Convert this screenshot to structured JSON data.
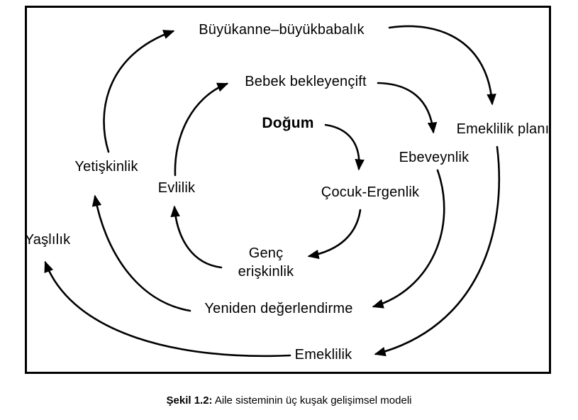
{
  "figure": {
    "caption_bold": "Şekil 1.2:",
    "caption_text": " Aile sisteminin üç kuşak gelişimsel modeli"
  },
  "nodes": {
    "grandparenthood": "Büyükanne–büyükbabalık",
    "expecting_couple": "Bebek bekleyençift",
    "birth": "Doğum",
    "retirement_plan": "Emeklilik planı",
    "parenthood": "Ebeveynlik",
    "adulthood": "Yetişkinlik",
    "marriage": "Evlilik",
    "childhood_adolescence": "Çocuk-Ergenlik",
    "old_age": "Yaşlılık",
    "young_adulthood_line1": "Genç",
    "young_adulthood_line2": "erişkinlik",
    "reevaluation": "Yeniden değerlendirme",
    "retirement": "Emeklilik"
  },
  "edges": [
    {
      "from": "Yetişkinlik",
      "to": "Büyükanne–büyükbabalık"
    },
    {
      "from": "Büyükanne–büyükbabalık",
      "to": "Emeklilik planı"
    },
    {
      "from": "Evlilik",
      "to": "Bebek bekleyençift"
    },
    {
      "from": "Bebek bekleyençift",
      "to": "Ebeveynlik"
    },
    {
      "from": "Doğum",
      "to": "Çocuk-Ergenlik"
    },
    {
      "from": "Çocuk-Ergenlik",
      "to": "Genç erişkinlik"
    },
    {
      "from": "Genç erişkinlik",
      "to": "Evlilik"
    },
    {
      "from": "Emeklilik planı",
      "to": "Emeklilik"
    },
    {
      "from": "Ebeveynlik",
      "to": "Yeniden değerlendirme"
    },
    {
      "from": "Yeniden değerlendirme",
      "to": "Yetişkinlik"
    },
    {
      "from": "Emeklilik",
      "to": "Yaşlılık"
    }
  ],
  "colors": {
    "ink": "#000000",
    "background": "#ffffff"
  }
}
